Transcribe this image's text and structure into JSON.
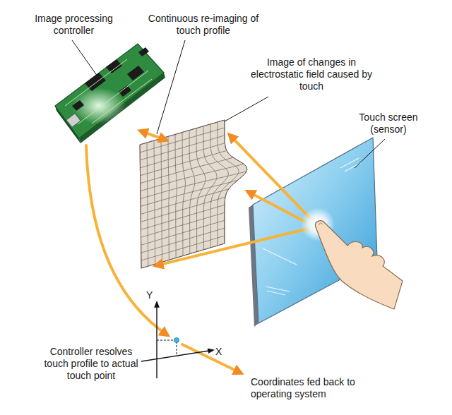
{
  "diagram": {
    "labels": [
      "Image processing controller",
      "Continuous re-imaging of touch profile",
      "Image of changes in electrostatic field caused by touch",
      "Touch screen (sensor)",
      "Controller resolves touch profile to actual touch point",
      "Coordinates fed back to operating system",
      "Y",
      "X"
    ]
  }
}
